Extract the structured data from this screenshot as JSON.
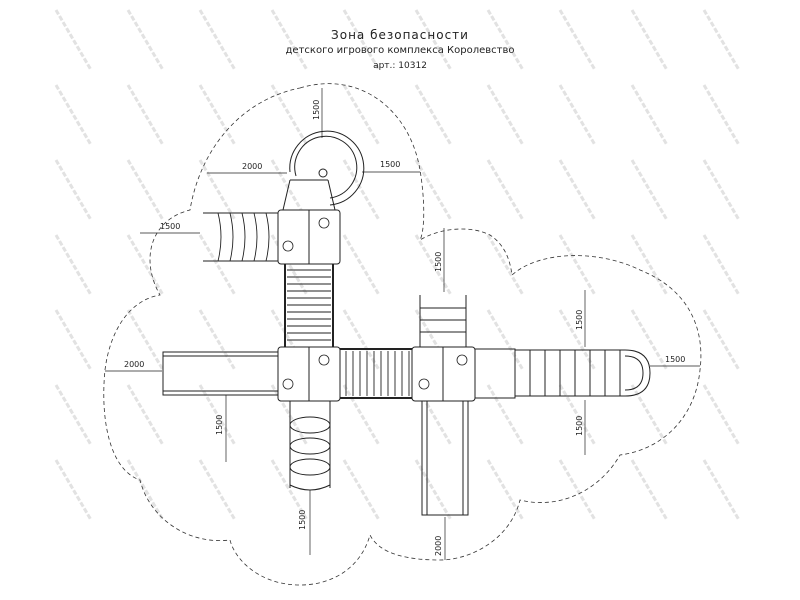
{
  "title": "Зона безопасности",
  "subtitle": "детского игрового комплекса Королевство",
  "article": "арт.: 10312",
  "watermark": "Ростметалл.рф",
  "dimensions": {
    "top_vertical": "1500",
    "top_left": "2000",
    "top_right": "1500",
    "left_upper": "1500",
    "mid_vertical": "1500",
    "right_upper_vertical": "1500",
    "right_end": "1500",
    "right_lower_vertical": "1500",
    "left_slide": "2000",
    "left_lower_vertical": "1500",
    "bottom_rings": "1500",
    "bottom_slide": "2000"
  }
}
